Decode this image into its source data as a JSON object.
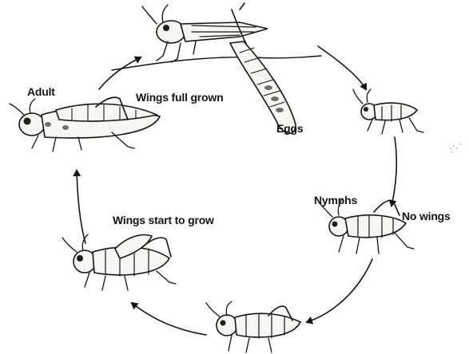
{
  "labels": {
    "adult": "Adult",
    "wings_full_grown": "Wings full grown",
    "eggs": "Eggs",
    "nymphs": "Nymphs",
    "no_wings": "No wings",
    "wings_start_to_grow": "Wings start to grow"
  }
}
